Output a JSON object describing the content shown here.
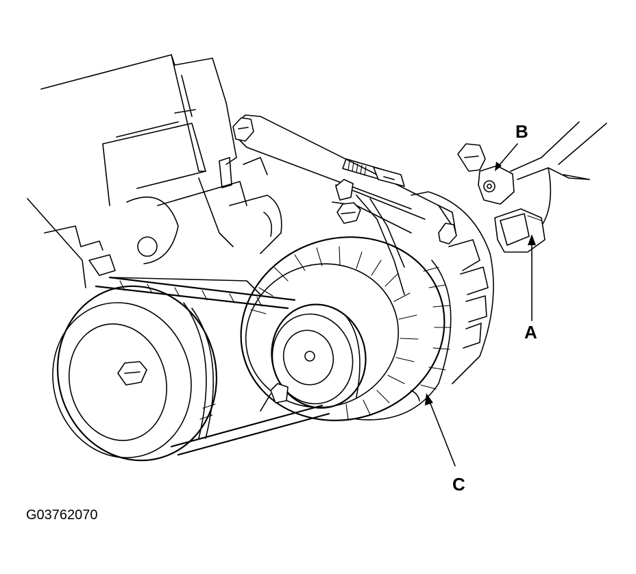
{
  "figure_code": "G03762070",
  "callouts": [
    {
      "id": "A",
      "label": "A"
    },
    {
      "id": "B",
      "label": "B"
    },
    {
      "id": "C",
      "label": "C"
    }
  ],
  "colors": {
    "line": "#000000",
    "background": "#ffffff"
  }
}
